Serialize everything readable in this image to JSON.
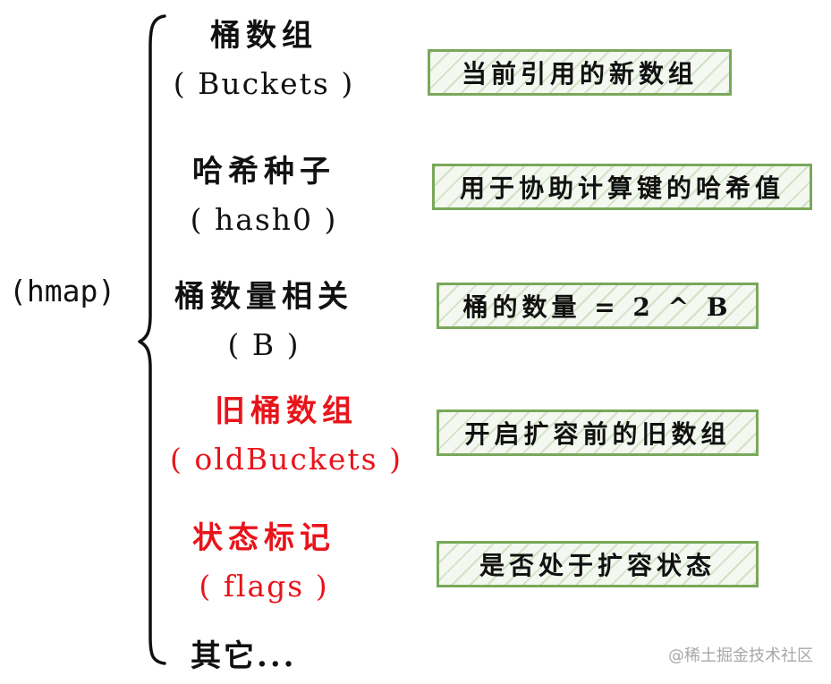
{
  "root": {
    "label": "(hmap)"
  },
  "fields": [
    {
      "name_zh": "桶数组",
      "name_en": "( Buckets )",
      "description": "当前引用的新数组",
      "color": "#111111"
    },
    {
      "name_zh": "哈希种子",
      "name_en": "( hash0 )",
      "description": "用于协助计算键的哈希值",
      "color": "#111111"
    },
    {
      "name_zh": "桶数量相关",
      "name_en": "( B )",
      "description": "桶的数量 = 2 ^ B",
      "color": "#111111"
    },
    {
      "name_zh": "旧桶数组",
      "name_en": "( oldBuckets )",
      "description": "开启扩容前的旧数组",
      "color": "#e8141b"
    },
    {
      "name_zh": "状态标记",
      "name_en": "( flags )",
      "description": "是否处于扩容状态",
      "color": "#e8141b"
    }
  ],
  "other": {
    "label": "其它..."
  },
  "watermark": {
    "text": "@稀土掘金技术社区"
  },
  "style": {
    "box_border": "#79a85a",
    "highlight": "#e8141b"
  }
}
